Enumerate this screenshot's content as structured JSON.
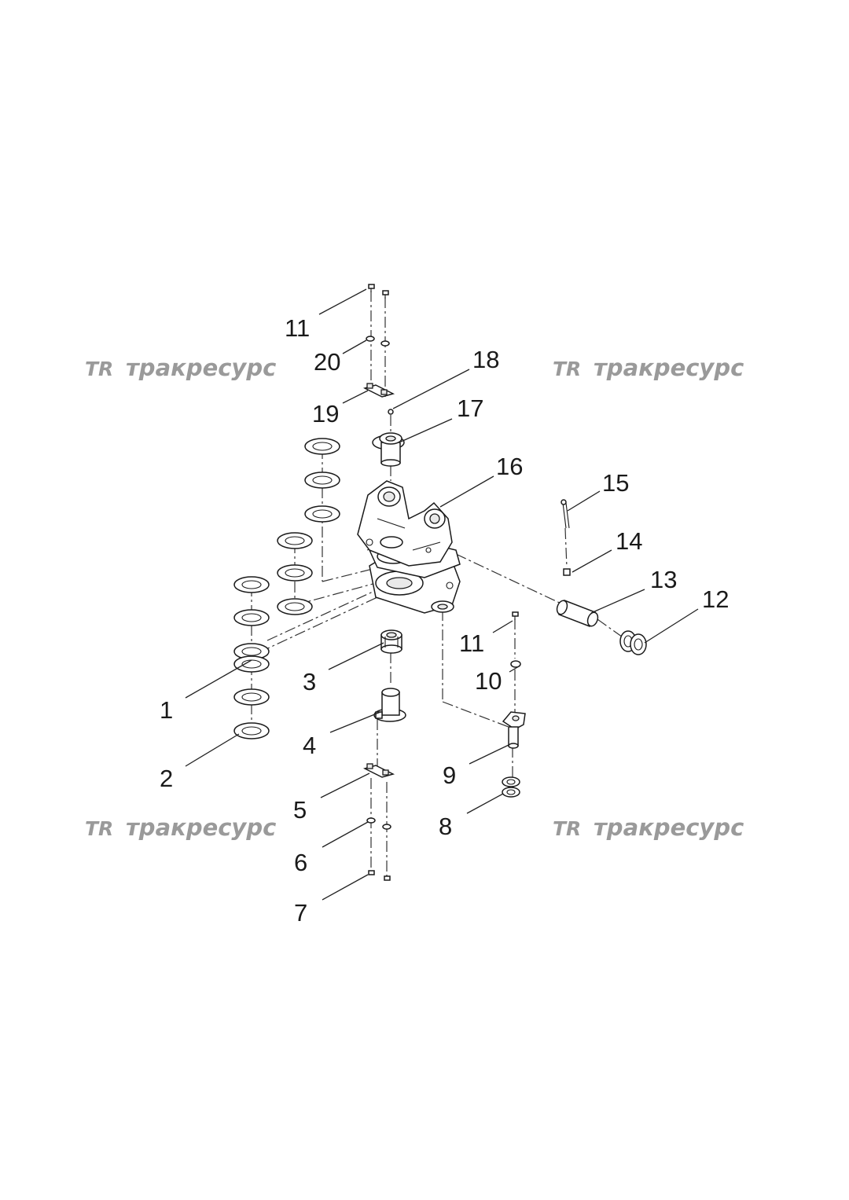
{
  "watermark": {
    "logo": "TR",
    "text": "тракресурс"
  },
  "callouts": [
    {
      "id": "11a",
      "label": "11"
    },
    {
      "id": "20",
      "label": "20"
    },
    {
      "id": "18",
      "label": "18"
    },
    {
      "id": "19",
      "label": "19"
    },
    {
      "id": "17",
      "label": "17"
    },
    {
      "id": "16",
      "label": "16"
    },
    {
      "id": "15",
      "label": "15"
    },
    {
      "id": "14",
      "label": "14"
    },
    {
      "id": "13",
      "label": "13"
    },
    {
      "id": "12",
      "label": "12"
    },
    {
      "id": "11b",
      "label": "11"
    },
    {
      "id": "10",
      "label": "10"
    },
    {
      "id": "3",
      "label": "3"
    },
    {
      "id": "1",
      "label": "1"
    },
    {
      "id": "4",
      "label": "4"
    },
    {
      "id": "9",
      "label": "9"
    },
    {
      "id": "2",
      "label": "2"
    },
    {
      "id": "5",
      "label": "5"
    },
    {
      "id": "8",
      "label": "8"
    },
    {
      "id": "6",
      "label": "6"
    },
    {
      "id": "7",
      "label": "7"
    }
  ]
}
